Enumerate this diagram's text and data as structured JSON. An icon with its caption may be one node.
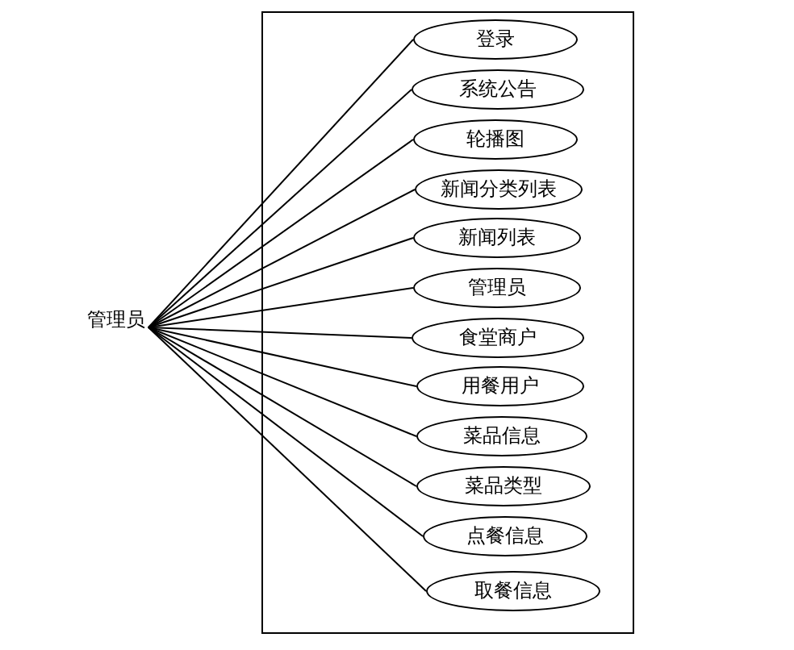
{
  "diagram": {
    "nodes": [
      {
        "text": [
          "管理员"
        ]
      },
      {
        "text": [],
        "shape": "box"
      },
      {
        "text": [
          "登录"
        ],
        "in": 1
      },
      {
        "text": [
          "系统公告"
        ],
        "in": 1
      },
      {
        "text": [
          "轮播图"
        ],
        "in": 1
      },
      {
        "text": [
          "新闻分类列表"
        ],
        "in": 1
      },
      {
        "text": [
          "新闻列表"
        ],
        "in": 1
      },
      {
        "text": [
          "管理员"
        ],
        "in": 1
      },
      {
        "text": [
          "食堂商户"
        ],
        "in": 1
      },
      {
        "text": [
          "用餐用户"
        ],
        "in": 1
      },
      {
        "text": [
          "菜品信息"
        ],
        "in": 1
      },
      {
        "text": [
          "菜品类型"
        ],
        "in": 1
      },
      {
        "text": [
          "点餐信息"
        ],
        "in": 1
      },
      {
        "text": [
          "取餐信息"
        ],
        "in": 1
      }
    ],
    "edges": [
      {
        "from": 0,
        "to": 2,
        "arrow": "none"
      },
      {
        "from": 0,
        "to": 3,
        "arrow": "none"
      },
      {
        "from": 0,
        "to": 4,
        "arrow": "none"
      },
      {
        "from": 0,
        "to": 5,
        "arrow": "none"
      },
      {
        "from": 0,
        "to": 6,
        "arrow": "none"
      },
      {
        "from": 0,
        "to": 7,
        "arrow": "none"
      },
      {
        "from": 0,
        "to": 8,
        "arrow": "none"
      },
      {
        "from": 0,
        "to": 9,
        "arrow": "none"
      },
      {
        "from": 0,
        "to": 10,
        "arrow": "none"
      },
      {
        "from": 0,
        "to": 11,
        "arrow": "none"
      },
      {
        "from": 0,
        "to": 12,
        "arrow": "none"
      },
      {
        "from": 0,
        "to": 13,
        "arrow": "none"
      }
    ]
  }
}
